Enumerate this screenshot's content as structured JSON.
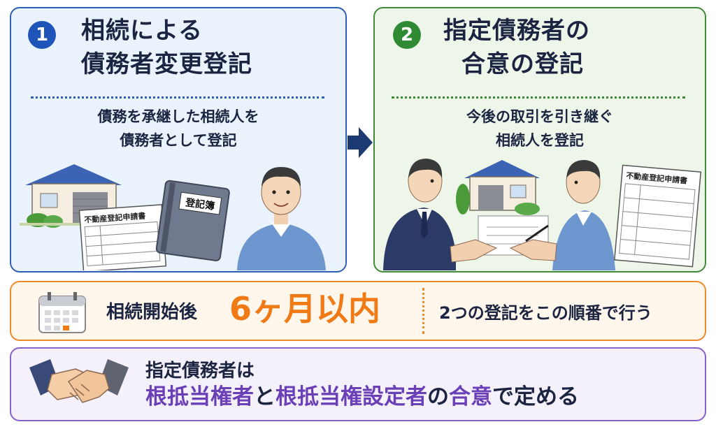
{
  "step1": {
    "number": "1",
    "title_line1": "相続による",
    "title_line2": "債務者変更登記",
    "desc_line1": "債務を承継した相続人を",
    "desc_line2": "債務者として登記",
    "form_label": "不動産登記申請書",
    "book_label": "登記簿"
  },
  "step2": {
    "number": "2",
    "title_line1": "指定債務者の",
    "title_line2": "合意の登記",
    "desc_line1": "今後の取引を引き継ぐ",
    "desc_line2": "相続人を登記",
    "form_label": "不動産登記申請書"
  },
  "deadline": {
    "prefix": "相続開始後",
    "period": "6ヶ月以内",
    "note": "2つの登記をこの順番で行う"
  },
  "agreement": {
    "line1": "指定債務者は",
    "highlight1": "根抵当権者",
    "conj": "と",
    "highlight2": "根抵当権設定者",
    "mid": "の",
    "highlight3": "合意",
    "suffix": "で定める"
  },
  "colors": {
    "blue": "#1f55b8",
    "green": "#2f8a33",
    "orange": "#f07a16",
    "purple": "#6b3fb5"
  }
}
